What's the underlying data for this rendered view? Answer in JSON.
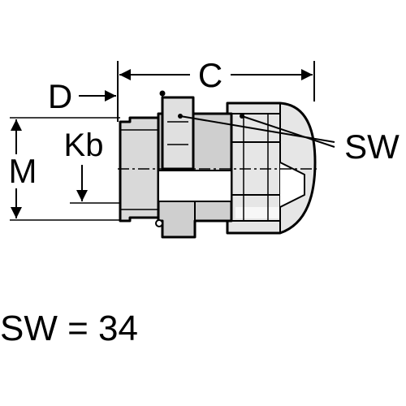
{
  "diagram": {
    "labels": {
      "c": "C",
      "d": "D",
      "m": "M",
      "kb": "Kb",
      "sw": "SW"
    },
    "note": "SW = 34"
  },
  "colors": {
    "ink": "#000000",
    "body_fill": "#d9d9d9",
    "light_fill": "#ececec",
    "paper": "#ffffff"
  }
}
